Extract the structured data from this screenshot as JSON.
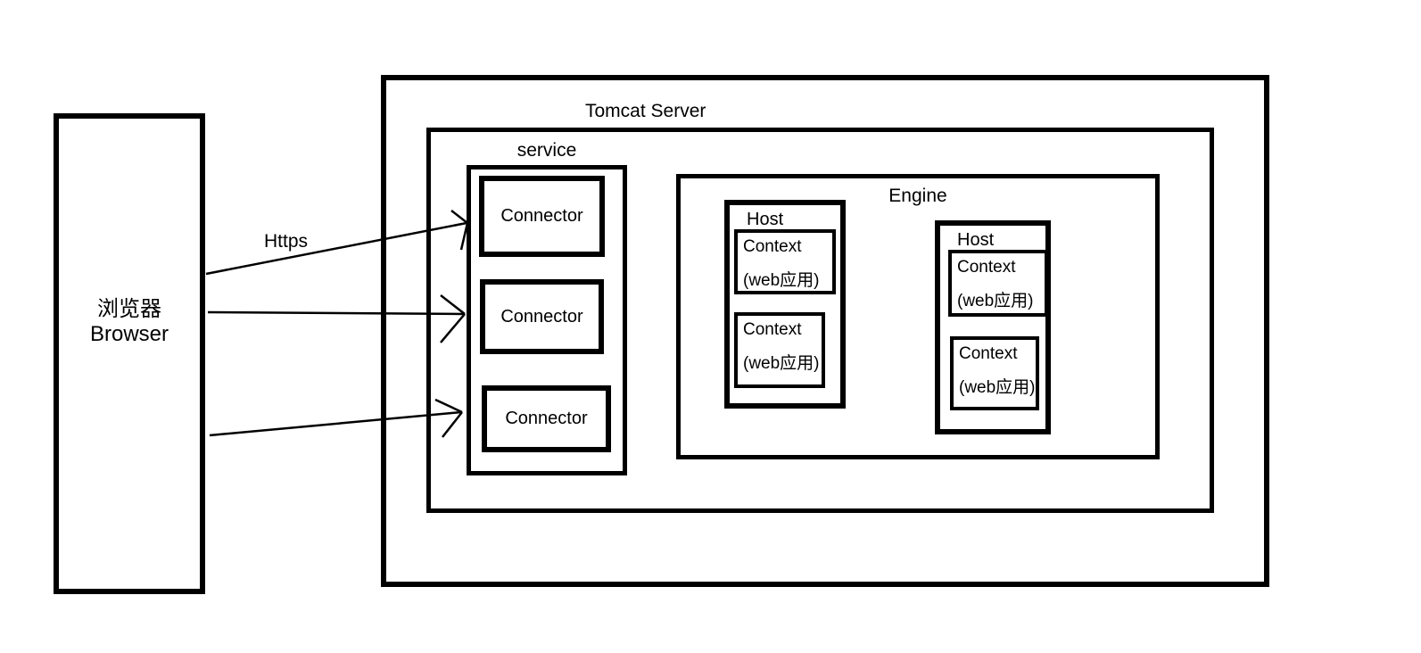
{
  "diagram": {
    "browser": {
      "label": "浏览器Browser"
    },
    "arrows": {
      "https_label": "Https"
    },
    "tomcat": {
      "label": "Tomcat Server",
      "service": {
        "label": "service",
        "connectors": [
          {
            "label": "Connector"
          },
          {
            "label": "Connector"
          },
          {
            "label": "Connector"
          }
        ]
      },
      "engine": {
        "label": "Engine",
        "hosts": [
          {
            "label": "Host",
            "contexts": [
              {
                "title": "Context",
                "subtitle": "(web应用)"
              },
              {
                "title": "Context",
                "subtitle": "(web应用)"
              }
            ]
          },
          {
            "label": "Host",
            "contexts": [
              {
                "title": "Context",
                "subtitle": "(web应用)"
              },
              {
                "title": "Context",
                "subtitle": "(web应用)"
              }
            ]
          }
        ]
      }
    }
  }
}
